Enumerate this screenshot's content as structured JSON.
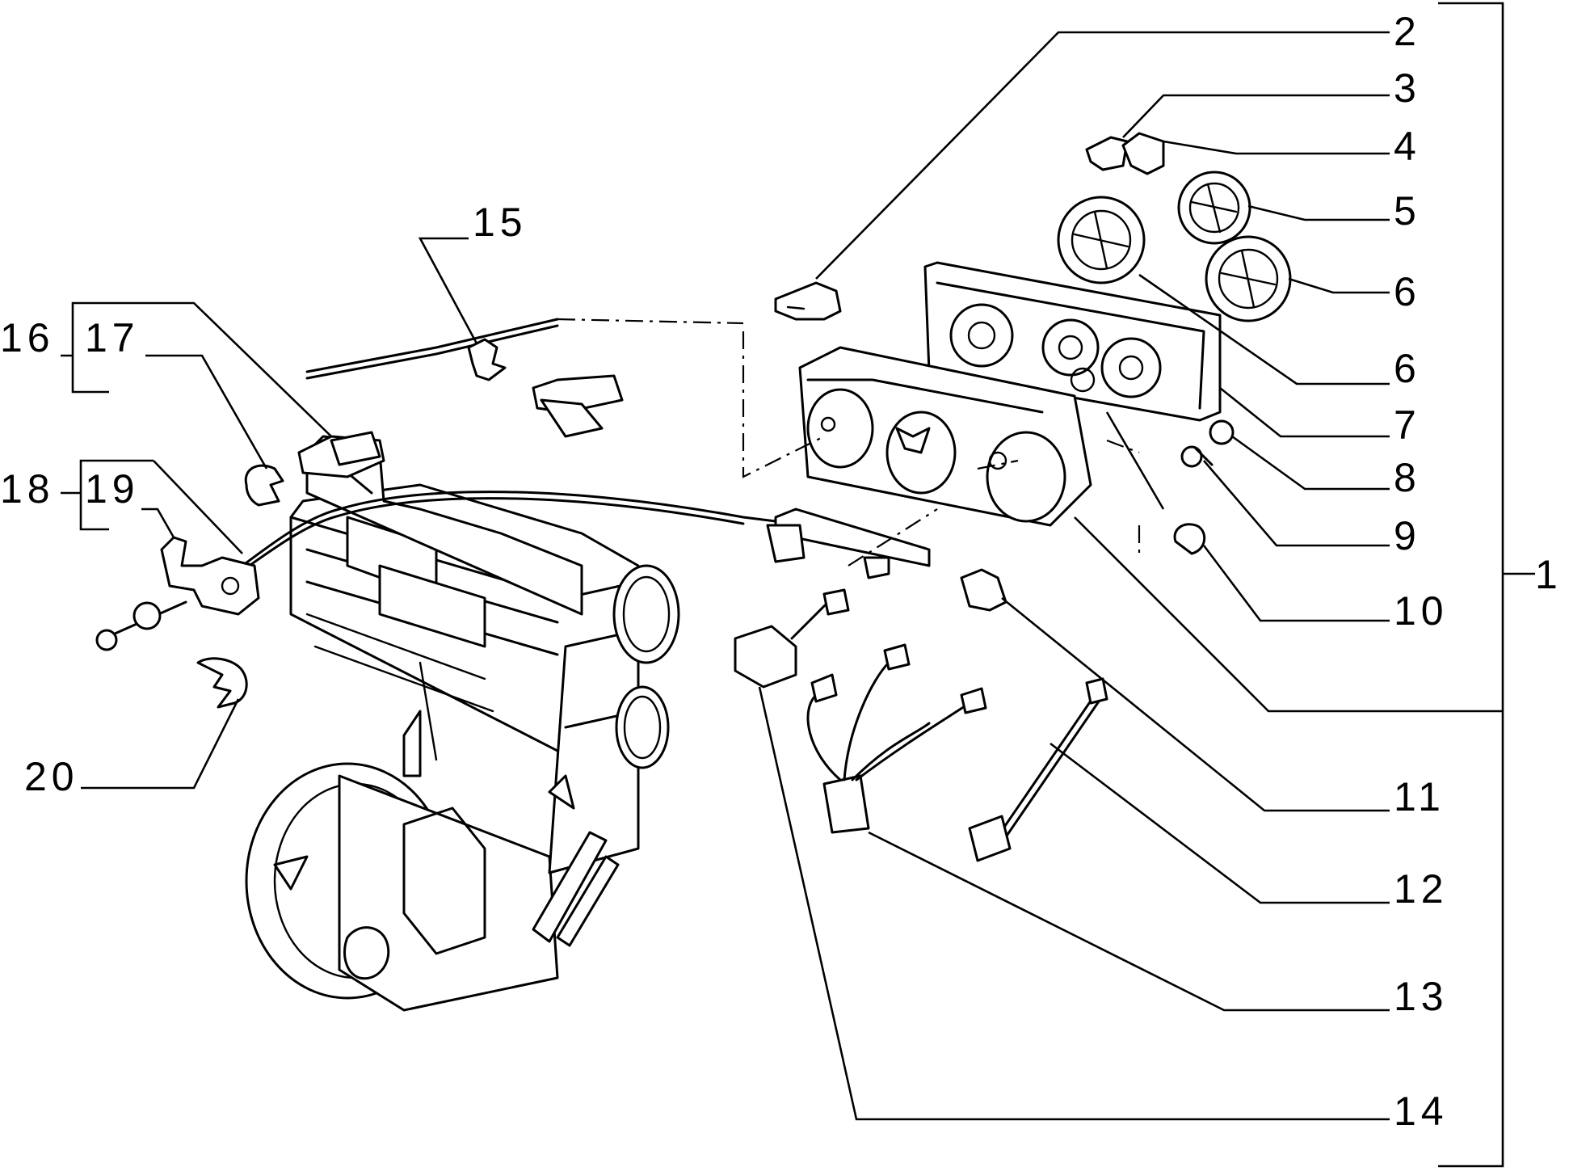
{
  "diagram": {
    "callouts": [
      "1",
      "2",
      "3",
      "4",
      "5",
      "6",
      "6",
      "7",
      "8",
      "9",
      "10",
      "11",
      "12",
      "13",
      "14",
      "15",
      "16",
      "17",
      "18",
      "19",
      "20"
    ]
  }
}
